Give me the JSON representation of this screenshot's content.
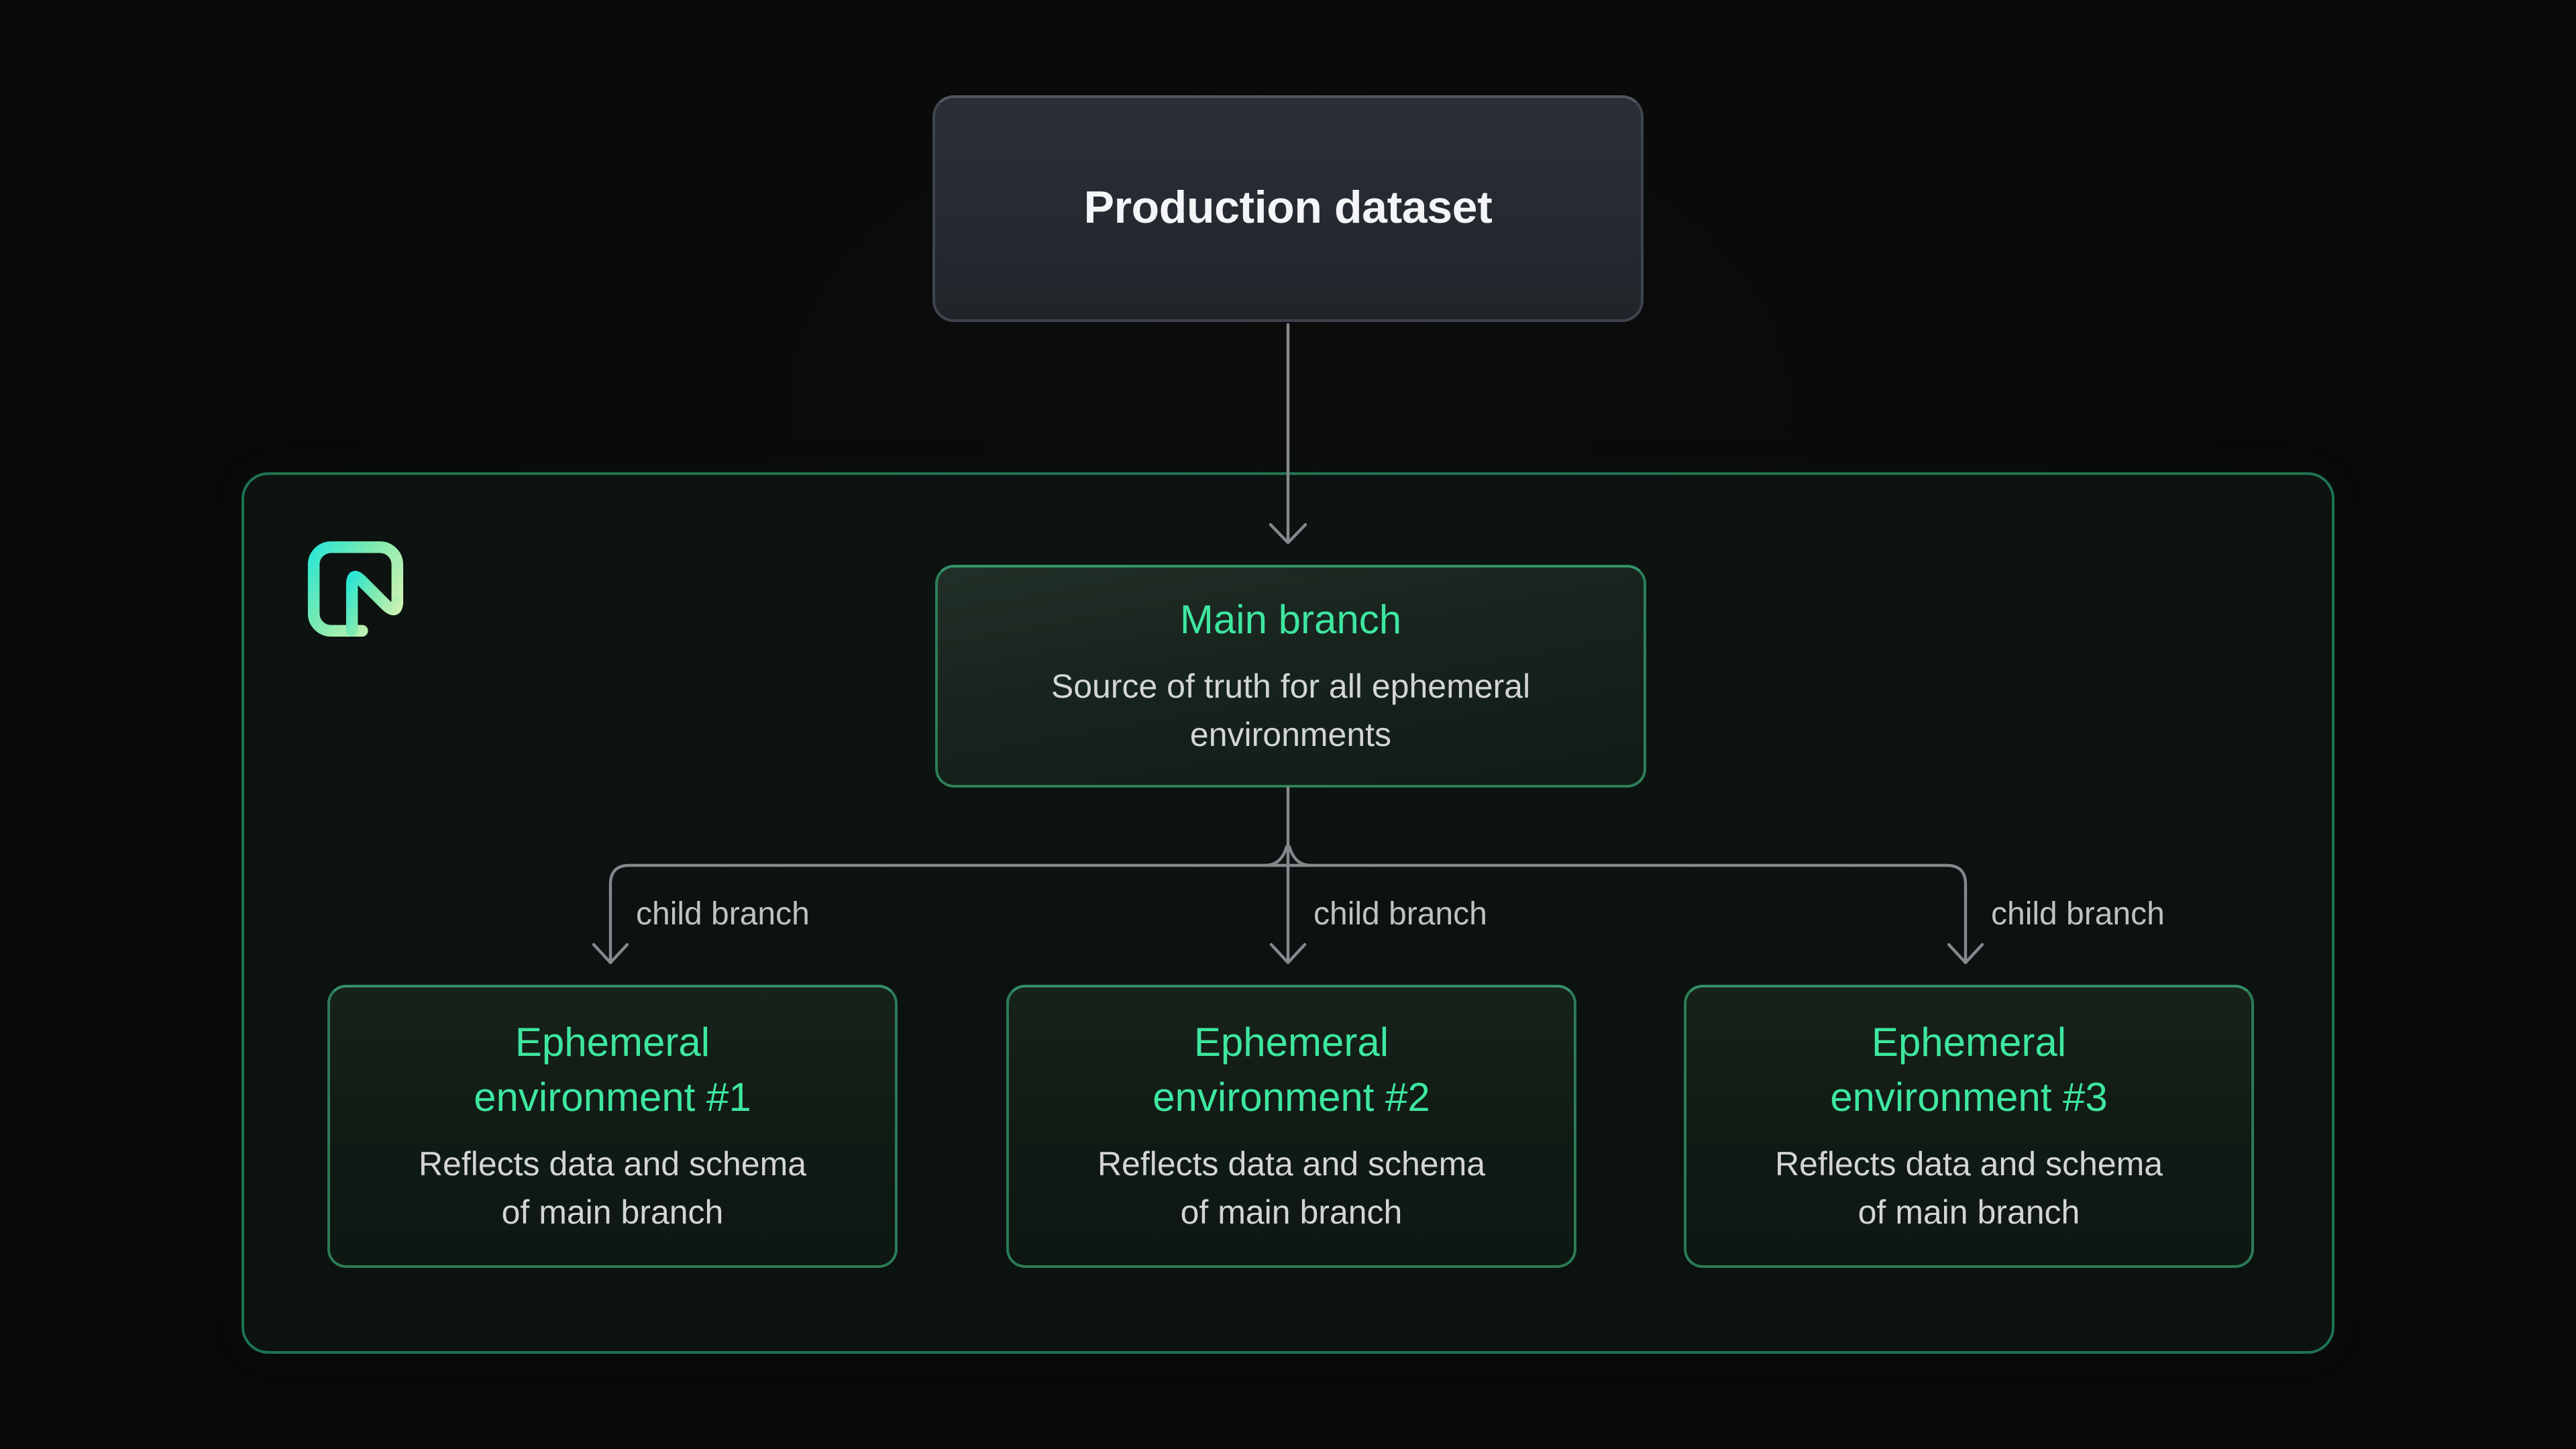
{
  "diagram": {
    "production": {
      "title": "Production dataset"
    },
    "branch_container": {
      "logo": "neon-logo",
      "main_branch": {
        "title": "Main branch",
        "subtitle": "Source of truth for all ephemeral environments"
      },
      "edge_labels": [
        "child branch",
        "child branch",
        "child branch"
      ],
      "environments": [
        {
          "title": "Ephemeral environment #1",
          "subtitle": "Reflects data and schema of main branch"
        },
        {
          "title": "Ephemeral environment #2",
          "subtitle": "Reflects data and schema of main branch"
        },
        {
          "title": "Ephemeral environment #3",
          "subtitle": "Reflects data and schema of main branch"
        }
      ]
    },
    "colors": {
      "background": "#0a0b0b",
      "accent_green_text": "#3ee7a0",
      "container_border": "#1e7450",
      "node_border": "#2b7b56",
      "production_fill": "#272b33",
      "production_border": "#474d55",
      "arrow_gray": "#85898e",
      "subtitle_gray": "#d3d5d6",
      "edge_label_gray": "#bfc2c4",
      "logo_gradient": [
        "#2ce6d4",
        "#7feab0",
        "#cdf3b3"
      ]
    }
  }
}
